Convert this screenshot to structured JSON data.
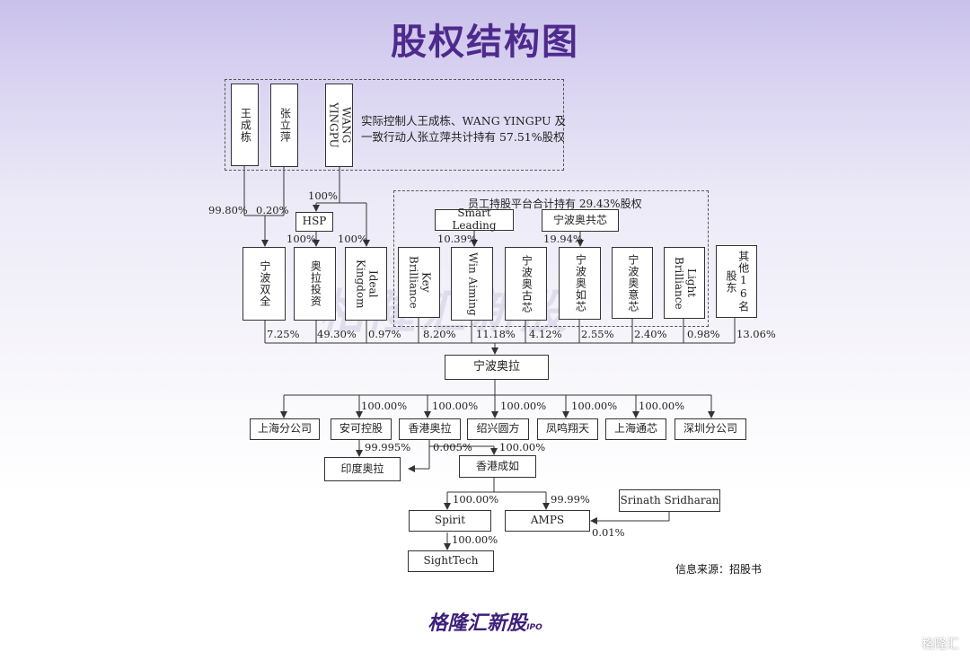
{
  "title": "股权结构图",
  "controllers": {
    "wang": "王成栋",
    "zhang": "张立萍",
    "wangyingpu": "WANG YINGPU",
    "note_line1": "实际控制人王成栋、WANG YINGPU 及",
    "note_line2": "一致行动人张立萍共计持有 57.51%股权"
  },
  "hsp": "HSP",
  "esop": {
    "title": "员工持股平台合计持有 29.43%股权",
    "smart_leading": "Smart Leading",
    "ningbo_aogongxin": "宁波奥共芯"
  },
  "holders": {
    "ningbo_shuangquan": "宁波双全",
    "aola_touzi": "奥拉投资",
    "ideal_kingdom": "Ideal Kingdom",
    "key_brilliance": "Key Brilliance",
    "win_aiming": "Win Aiming",
    "ningbo_aogu": "宁波奥古芯",
    "ningbo_aoru": "宁波奥如芯",
    "ningbo_aoyi": "宁波奥意芯",
    "light_brilliance": "Light Brilliance",
    "others": "其他16名股东"
  },
  "pct": {
    "p9980": "99.80%",
    "p020": "0.20%",
    "p100_hsp": "100%",
    "p100_aola": "100%",
    "p100_ideal": "100%",
    "p1039": "10.39%",
    "p1994": "19.94%",
    "r725": "7.25%",
    "r4930": "49.30%",
    "r097": "0.97%",
    "r820": "8.20%",
    "r1118": "11.18%",
    "r412": "4.12%",
    "r255": "2.55%",
    "r240": "2.40%",
    "r098": "0.98%",
    "r1306": "13.06%",
    "s1": "100.00%",
    "s2": "100.00%",
    "s3": "100.00%",
    "s4": "100.00%",
    "s5": "100.00%",
    "india1": "99.995%",
    "india2": "0.005%",
    "hk_chengru": "100.00%",
    "spirit": "100.00%",
    "amps": "99.99%",
    "amps2": "0.01%",
    "sighttech": "100.00%"
  },
  "company": "宁波奥拉",
  "subs": {
    "shanghai_branch": "上海分公司",
    "anke": "安可控股",
    "hk_aola": "香港奥拉",
    "shaoxing": "绍兴圆方",
    "fengming": "凤鸣翔天",
    "shanghai_tongxin": "上海通芯",
    "shenzhen_branch": "深圳分公司",
    "india_aola": "印度奥拉",
    "hk_chengru": "香港成如",
    "spirit": "Spirit",
    "amps": "AMPS",
    "srinath": "Srinath Sridharan",
    "sighttech": "SightTech"
  },
  "source": "信息来源：招股书",
  "watermark": "格隆汇新股",
  "logo": "格隆汇新股",
  "logo_sub": "IPO",
  "corner_mark": "格隆汇"
}
